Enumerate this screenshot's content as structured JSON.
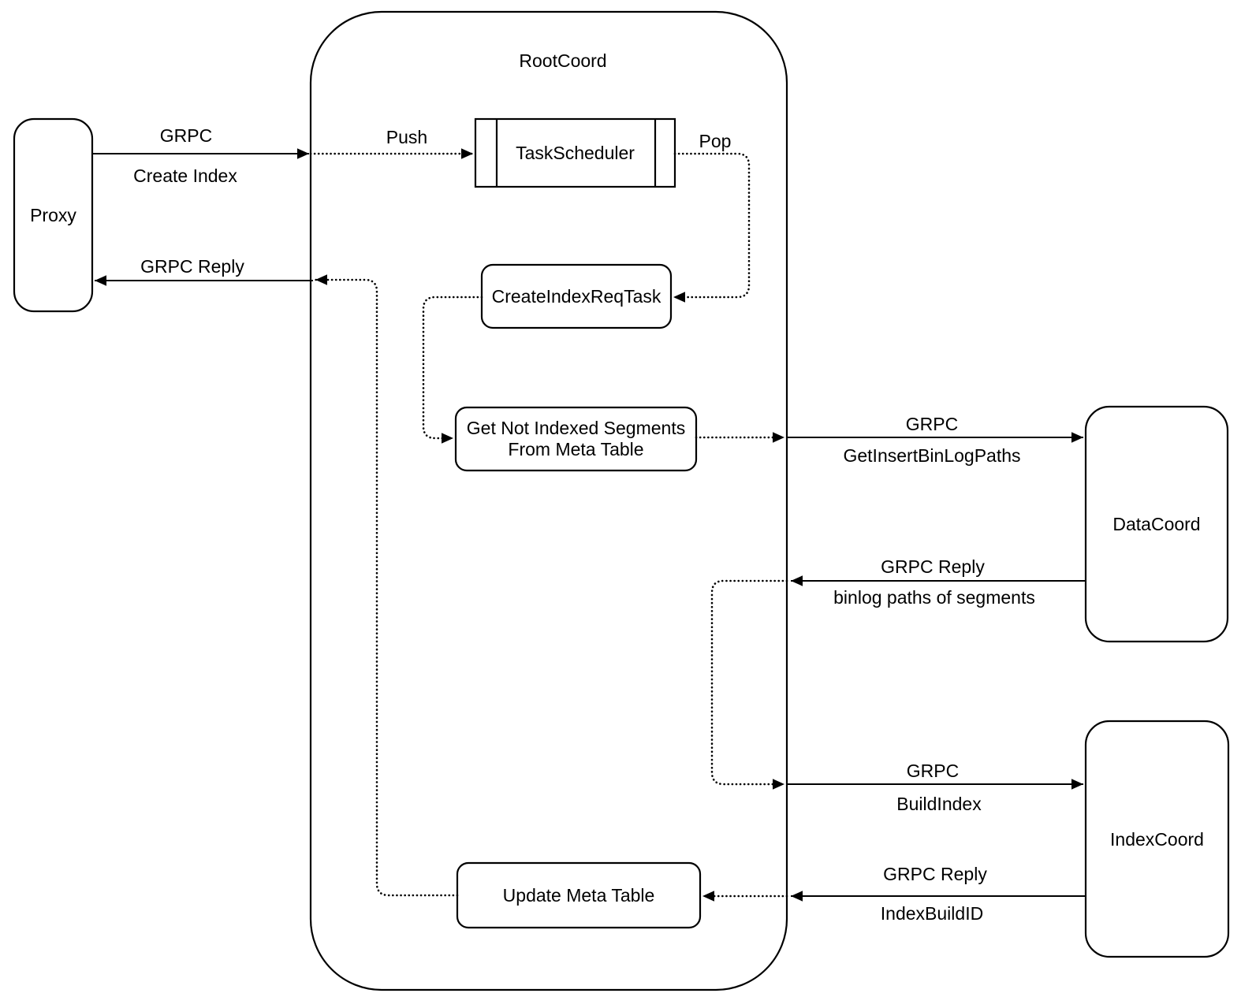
{
  "diagram": {
    "container": {
      "label": "RootCoord"
    },
    "nodes": {
      "proxy": {
        "label": "Proxy"
      },
      "taskScheduler": {
        "label": "TaskScheduler"
      },
      "createIndexReqTask": {
        "label": "CreateIndexReqTask"
      },
      "getNotIndexedSegments": {
        "label_line1": "Get Not Indexed Segments",
        "label_line2": "From Meta Table"
      },
      "updateMetaTable": {
        "label": "Update Meta Table"
      },
      "dataCoord": {
        "label": "DataCoord"
      },
      "indexCoord": {
        "label": "IndexCoord"
      }
    },
    "edges": {
      "createIndex": {
        "protocol": "GRPC",
        "method": "Create Index"
      },
      "createIndexReply": {
        "protocol": "GRPC Reply"
      },
      "push": {
        "label": "Push"
      },
      "pop": {
        "label": "Pop"
      },
      "getInsertBinLogPaths": {
        "protocol": "GRPC",
        "method": "GetInsertBinLogPaths"
      },
      "binlogPathsReply": {
        "protocol": "GRPC Reply",
        "method": "binlog paths of segments"
      },
      "buildIndex": {
        "protocol": "GRPC",
        "method": "BuildIndex"
      },
      "indexBuildIdReply": {
        "protocol": "GRPC Reply",
        "method": "IndexBuildID"
      }
    },
    "colors": {
      "stroke": "#000000",
      "background": "#ffffff",
      "text": "#000000"
    }
  }
}
